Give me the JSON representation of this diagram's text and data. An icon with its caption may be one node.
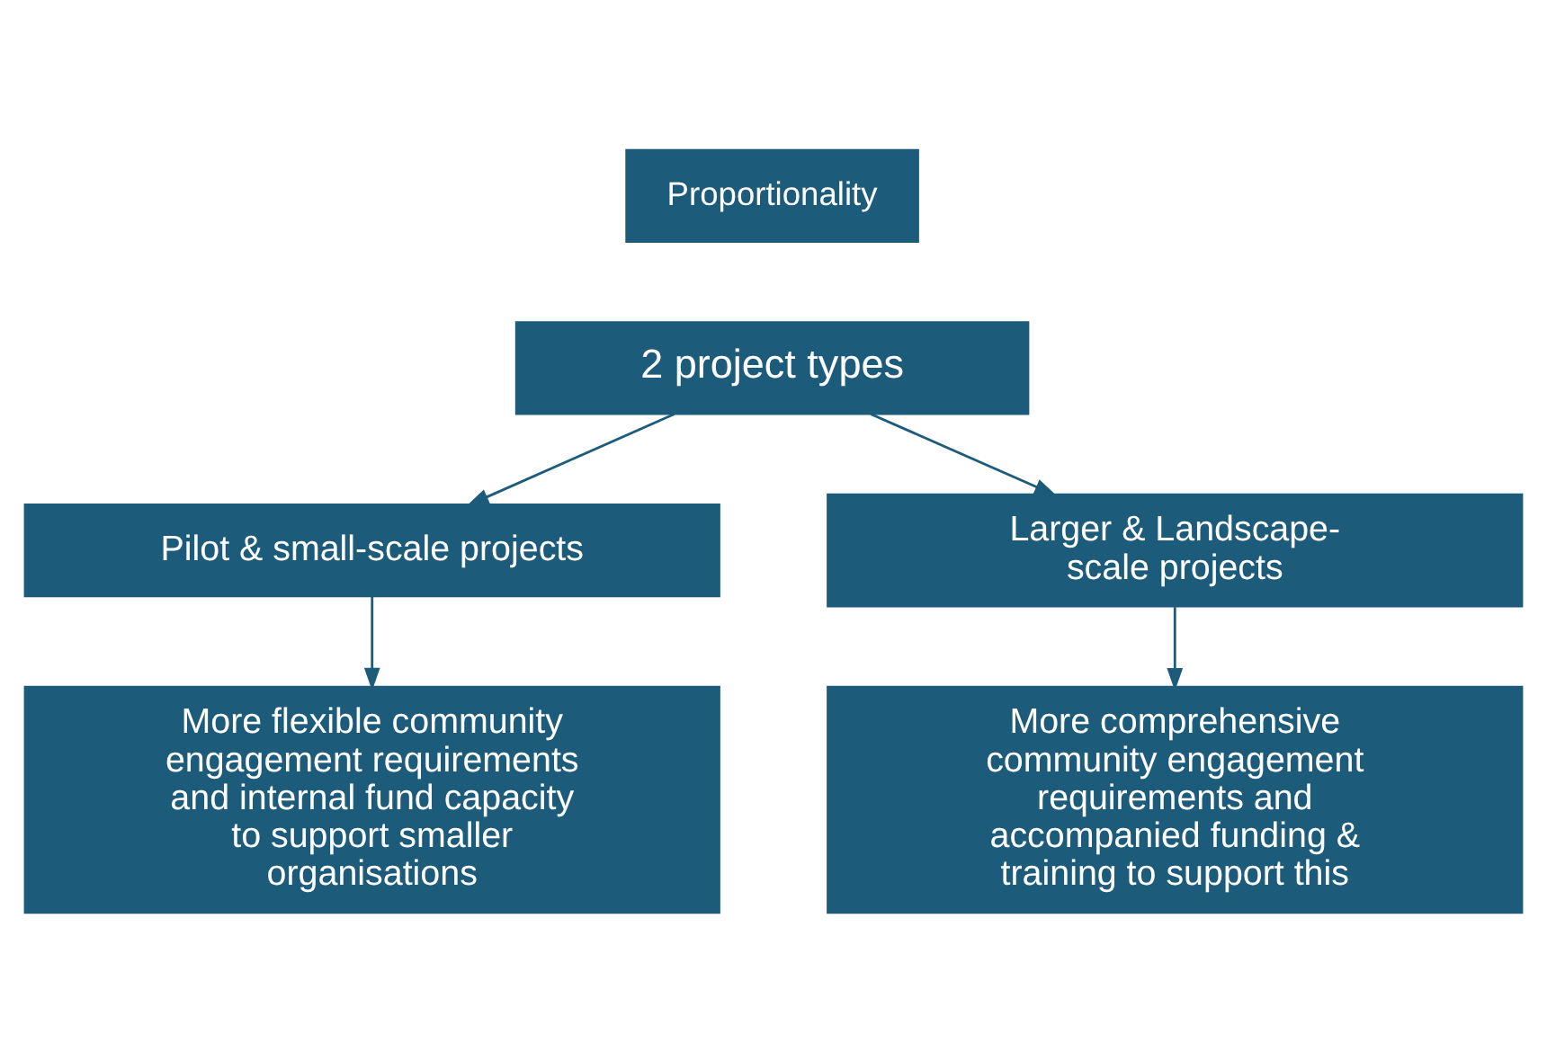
{
  "diagram": {
    "nodes": [
      {
        "text": [
          "Proportionality"
        ]
      },
      {
        "text": [
          "2 project types"
        ]
      },
      {
        "text": [
          "Pilot & small-scale projects"
        ]
      },
      {
        "text": [
          "Larger & Landscape-scale projects"
        ]
      },
      {
        "text": [
          "More flexible community engagement requirements and internal fund capacity to support smaller organisations"
        ]
      },
      {
        "text": [
          "More comprehensive community engagement requirements and accompanied funding & training to support this"
        ]
      }
    ],
    "edges": [
      {
        "from": 1,
        "to": 2,
        "arrow": "to"
      },
      {
        "from": 1,
        "to": 3,
        "arrow": "to"
      },
      {
        "from": 2,
        "to": 4,
        "arrow": "to"
      },
      {
        "from": 3,
        "to": 5,
        "arrow": "to"
      }
    ]
  }
}
